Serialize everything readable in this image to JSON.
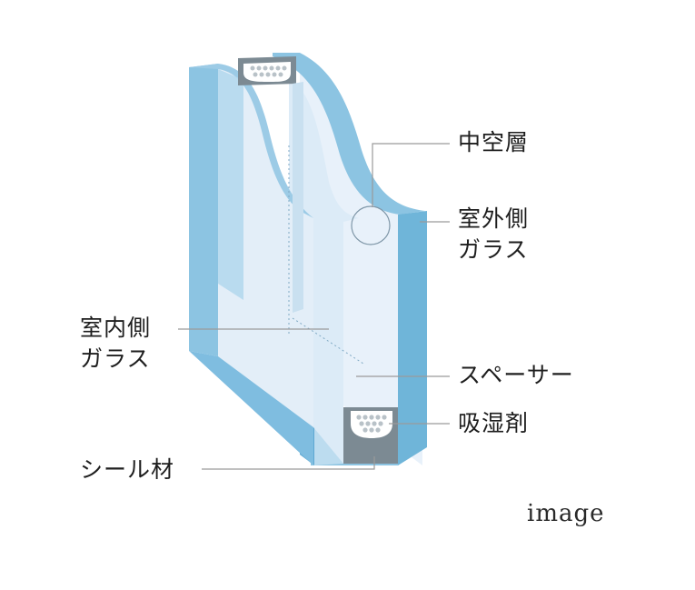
{
  "labels": {
    "hollow_layer": "中空層",
    "outdoor_glass_line1": "室外側",
    "outdoor_glass_line2": "ガラス",
    "indoor_glass_line1": "室内側",
    "indoor_glass_line2": "ガラス",
    "spacer": "スペーサー",
    "desiccant": "吸湿剤",
    "sealant": "シール材"
  },
  "caption": "image",
  "colors": {
    "glass_light": "#e6f0fa",
    "glass_mid": "#94c8e3",
    "glass_edge": "#6eb6da",
    "glass_dark": "#4a9fcc",
    "spacer_gray": "#7c8a93",
    "leader_line": "#9a9a9a"
  }
}
